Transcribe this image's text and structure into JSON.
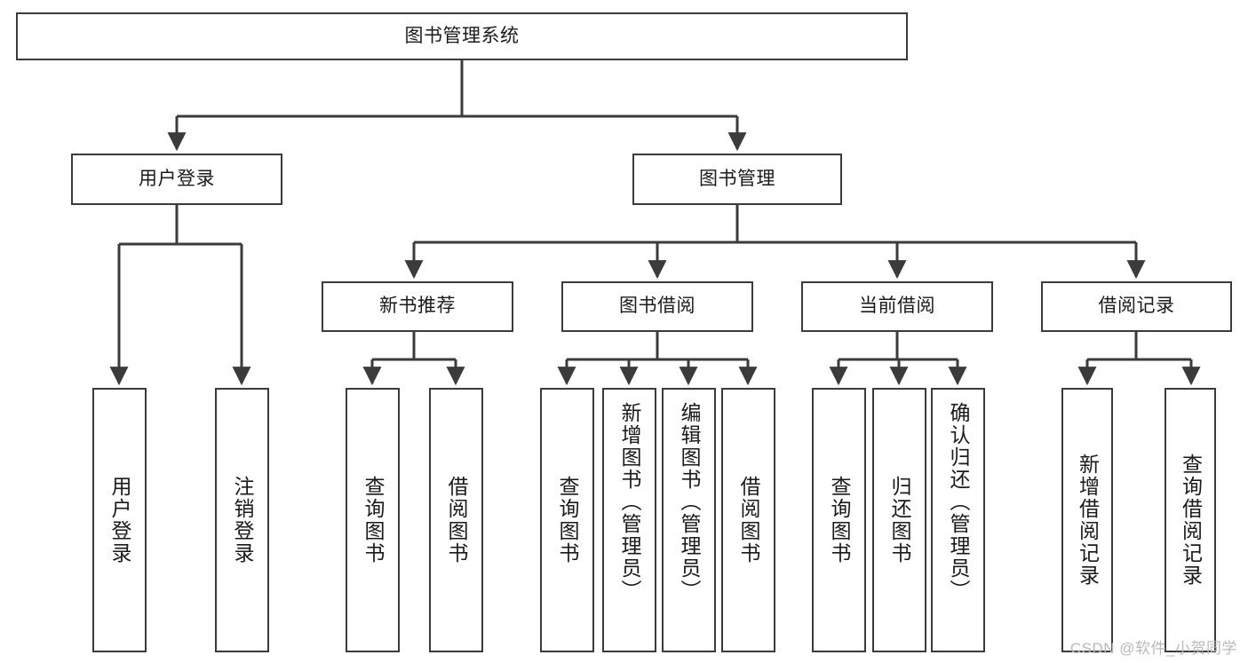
{
  "diagram": {
    "title": "图书管理系统",
    "type": "hierarchy-tree",
    "watermark": "CSDN @软件_小贺同学",
    "colors": {
      "box_border": "#3b3b3b",
      "box_fill": "#ffffff",
      "edge": "#3b3b3b",
      "text": "#1a1a1a",
      "watermark": "#b9b9b9"
    },
    "nodes": {
      "root": {
        "label": "图书管理系统",
        "level": 1,
        "orientation": "horizontal"
      },
      "l2": [
        {
          "id": "user-login",
          "label": "用户登录",
          "level": 2,
          "orientation": "horizontal"
        },
        {
          "id": "book-manage",
          "label": "图书管理",
          "level": 2,
          "orientation": "horizontal"
        }
      ],
      "l3": [
        {
          "id": "new-book-recommend",
          "label": "新书推荐",
          "level": 3,
          "orientation": "horizontal"
        },
        {
          "id": "book-borrow",
          "label": "图书借阅",
          "level": 3,
          "orientation": "horizontal"
        },
        {
          "id": "current-borrow",
          "label": "当前借阅",
          "level": 3,
          "orientation": "horizontal"
        },
        {
          "id": "borrow-record",
          "label": "借阅记录",
          "level": 3,
          "orientation": "horizontal"
        }
      ],
      "leaves": [
        {
          "id": "leaf-user-login",
          "label": "用户登录",
          "parent": "user-login",
          "orientation": "vertical"
        },
        {
          "id": "leaf-user-logout",
          "label": "注销登录",
          "parent": "user-login",
          "orientation": "vertical"
        },
        {
          "id": "leaf-query-book-1",
          "label": "查询图书",
          "parent": "new-book-recommend",
          "orientation": "vertical"
        },
        {
          "id": "leaf-borrow-book-1",
          "label": "借阅图书",
          "parent": "new-book-recommend",
          "orientation": "vertical"
        },
        {
          "id": "leaf-query-book-2",
          "label": "查询图书",
          "parent": "book-borrow",
          "orientation": "vertical"
        },
        {
          "id": "leaf-add-book",
          "label": "新增图书（管理员）",
          "parent": "book-borrow",
          "orientation": "vertical"
        },
        {
          "id": "leaf-edit-book",
          "label": "编辑图书（管理员）",
          "parent": "book-borrow",
          "orientation": "vertical"
        },
        {
          "id": "leaf-borrow-book-2",
          "label": "借阅图书",
          "parent": "book-borrow",
          "orientation": "vertical"
        },
        {
          "id": "leaf-query-book-3",
          "label": "查询图书",
          "parent": "current-borrow",
          "orientation": "vertical"
        },
        {
          "id": "leaf-return-book",
          "label": "归还图书",
          "parent": "current-borrow",
          "orientation": "vertical"
        },
        {
          "id": "leaf-confirm-return",
          "label": "确认归还（管理员）",
          "parent": "current-borrow",
          "orientation": "vertical"
        },
        {
          "id": "leaf-add-record",
          "label": "新增借阅记录",
          "parent": "borrow-record",
          "orientation": "vertical"
        },
        {
          "id": "leaf-query-record",
          "label": "查询借阅记录",
          "parent": "borrow-record",
          "orientation": "vertical"
        }
      ]
    }
  }
}
